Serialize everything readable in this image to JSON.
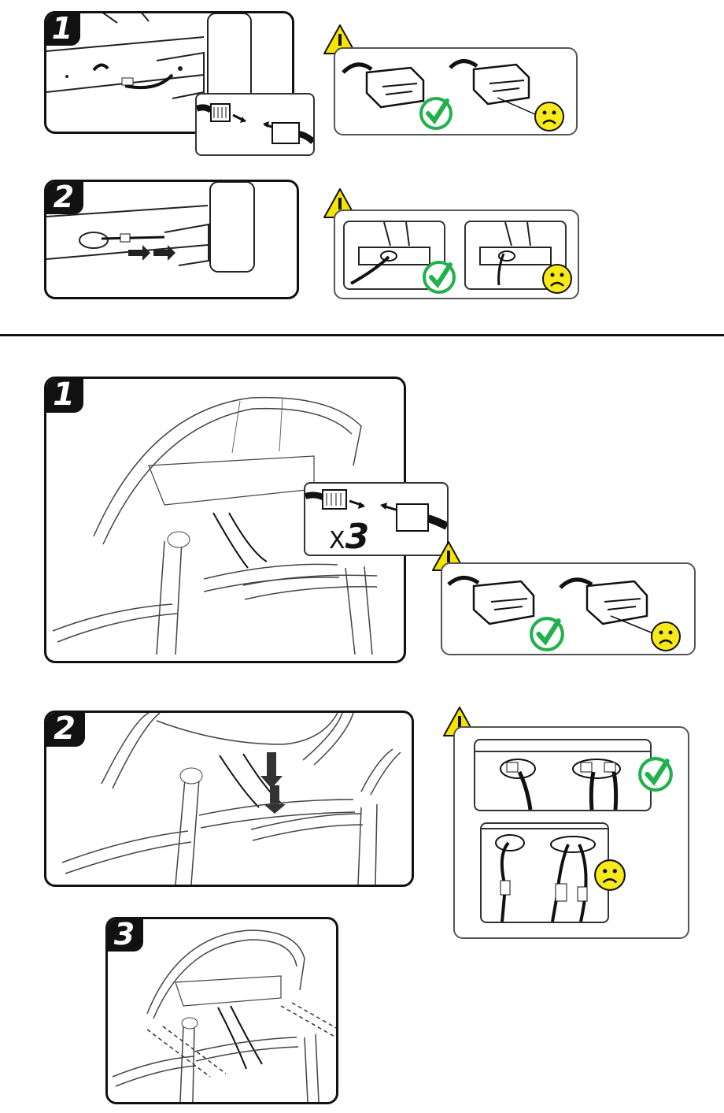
{
  "steps": {
    "top_1": "1",
    "top_2": "2",
    "bottom_1": "1",
    "bottom_2": "2",
    "bottom_3": "3"
  },
  "multiplier": {
    "prefix": "X",
    "count": "3"
  },
  "icons": {
    "warning": "warning-triangle-icon",
    "ok": "green-check-icon",
    "bad": "yellow-sad-face-icon"
  },
  "colors": {
    "warning_fill": "#f5e400",
    "check_green": "#21b04b",
    "sad_yellow": "#f8ea1a",
    "outline": "#111111"
  }
}
